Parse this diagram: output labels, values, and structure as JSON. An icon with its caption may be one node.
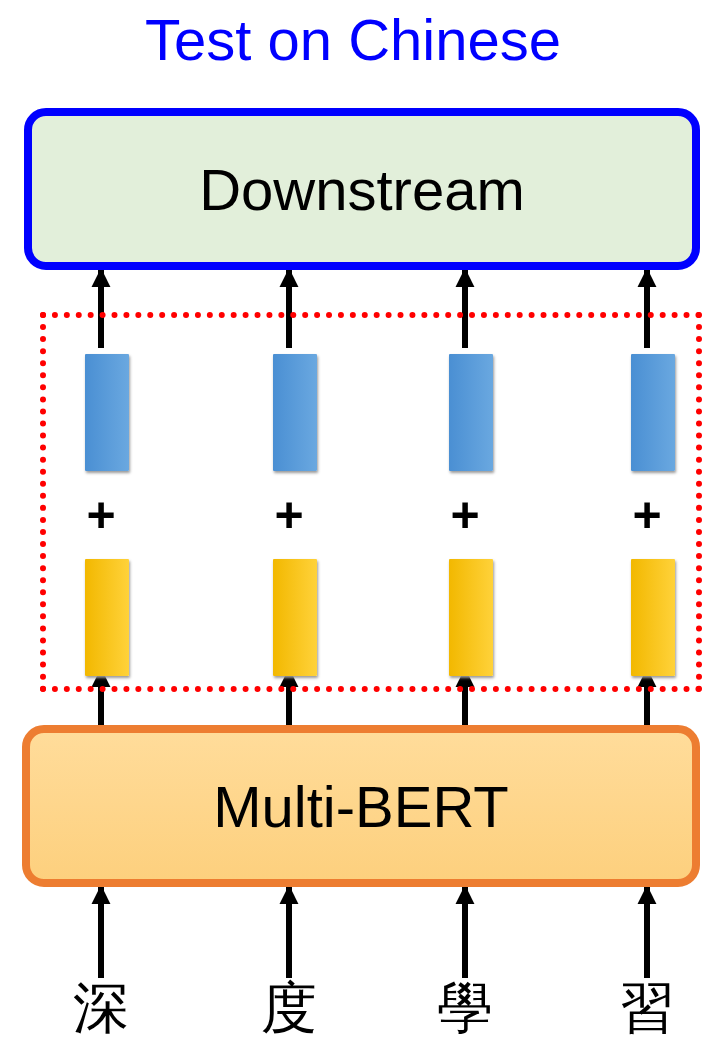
{
  "diagram": {
    "title": "Test on Chinese",
    "nodes": [
      {
        "text": [
          "Downstream"
        ]
      },
      {
        "text": [],
        "shape": "box"
      },
      {
        "text": [],
        "shape": "bar",
        "in": 1
      },
      {
        "text": [],
        "shape": "bar",
        "in": 1
      },
      {
        "text": [],
        "shape": "bar",
        "in": 1
      },
      {
        "text": [],
        "shape": "bar",
        "in": 1
      },
      {
        "text": [],
        "shape": "bar",
        "in": 1
      },
      {
        "text": [],
        "shape": "bar",
        "in": 1
      },
      {
        "text": [],
        "shape": "bar",
        "in": 1
      },
      {
        "text": [],
        "shape": "bar",
        "in": 1
      },
      {
        "text": [
          "Multi-BERT"
        ]
      },
      {
        "text": [
          "深"
        ]
      },
      {
        "text": [
          "度"
        ]
      },
      {
        "text": [
          "學"
        ]
      },
      {
        "text": [
          "習"
        ]
      }
    ],
    "edges": [
      {
        "from": 11,
        "to": 10,
        "arrow": "to"
      },
      {
        "from": 12,
        "to": 10,
        "arrow": "to"
      },
      {
        "from": 13,
        "to": 10,
        "arrow": "to"
      },
      {
        "from": 14,
        "to": 10,
        "arrow": "to"
      },
      {
        "from": 10,
        "to": 6,
        "arrow": "to"
      },
      {
        "from": 10,
        "to": 7,
        "arrow": "to"
      },
      {
        "from": 10,
        "to": 8,
        "arrow": "to"
      },
      {
        "from": 10,
        "to": 9,
        "arrow": "to"
      },
      {
        "from": 2,
        "to": 0,
        "arrow": "to"
      },
      {
        "from": 3,
        "to": 0,
        "arrow": "to"
      },
      {
        "from": 4,
        "to": 0,
        "arrow": "to"
      },
      {
        "from": 5,
        "to": 0,
        "arrow": "to"
      }
    ],
    "labels": [
      "+",
      "+",
      "+",
      "+"
    ]
  }
}
